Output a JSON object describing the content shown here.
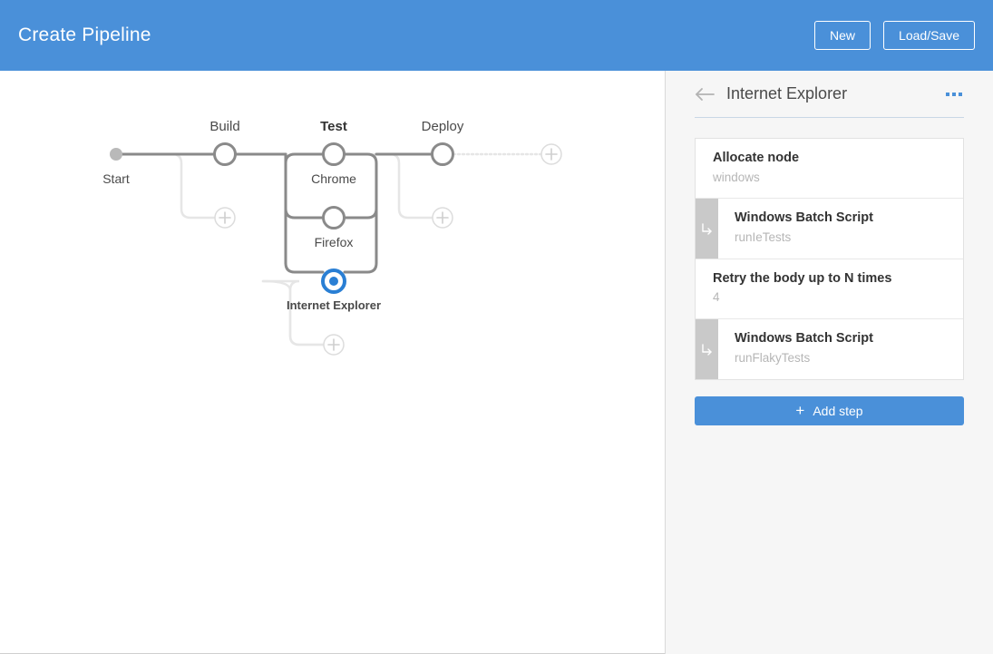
{
  "header": {
    "title": "Create Pipeline",
    "buttons": [
      {
        "label": "New",
        "name": "new-button"
      },
      {
        "label": "Load/Save",
        "name": "load-save-button"
      }
    ],
    "background_color": "#4a90d9"
  },
  "graph": {
    "stages": [
      {
        "label": "Build",
        "selected": false
      },
      {
        "label": "Test",
        "selected": true
      },
      {
        "label": "Deploy",
        "selected": false
      }
    ],
    "start_label": "Start",
    "nodes": [
      {
        "label": "Chrome",
        "stage": "Test",
        "selected": false
      },
      {
        "label": "Firefox",
        "stage": "Test",
        "selected": false
      },
      {
        "label": "Internet Explorer",
        "stage": "Test",
        "selected": true
      }
    ],
    "add_buttons": 4,
    "selected_color": "#2a7fd4",
    "line_color": "#8a8a8a",
    "ghost_color": "#e3e3e3"
  },
  "panel": {
    "back_icon": "back-arrow-icon",
    "title": "Internet Explorer",
    "menu_icon": "ellipsis-icon",
    "steps": [
      {
        "title": "Allocate node",
        "sub": "windows",
        "nested": false
      },
      {
        "title": "Windows Batch Script",
        "sub": "runIeTests",
        "nested": true
      },
      {
        "title": "Retry the body up to N times",
        "sub": "4",
        "nested": false
      },
      {
        "title": "Windows Batch Script",
        "sub": "runFlakyTests",
        "nested": true
      }
    ],
    "add_step_label": "Add step",
    "add_step_plus": "+",
    "accent_color": "#4a90d9"
  }
}
